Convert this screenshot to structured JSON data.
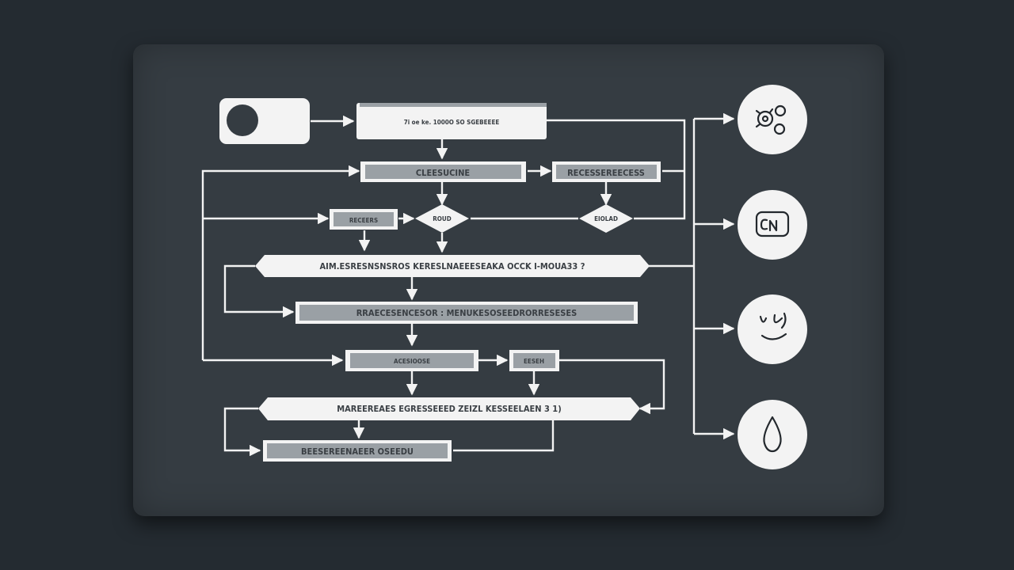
{
  "diagram": {
    "start_node": "",
    "top_box": "7i oe ke. 1000O SO SGEBEEEE",
    "row2_left": "CLEESUCINE",
    "row2_right": "RECESSEREECESS",
    "row3_left": "RECEERS",
    "row3_diamond_left": "ROUD",
    "row3_diamond_right": "EIOLAD",
    "row4_wide": "AIM.ESRESNSNSROS  KERESLNAEEESEAKA OCCK  I-MOUA33 ?",
    "row5_wide": "RRAECESENCESOR : MENUKESOSEEDRORRESESES",
    "row6_left": "ACESIOOSE",
    "row6_right": "EESEH",
    "row7_wide": "MAREEREAES  EGRESSEEED  ZEIZL KESSEELAEN  3 1)",
    "row8_wide": "BEESEREENAEER  OSEEDU",
    "icons": [
      "gears-icon",
      "cn-badge-icon",
      "face-icon",
      "drop-icon"
    ],
    "colors": {
      "background": "#242b31",
      "board": "#353c42",
      "line": "#f3f3f3",
      "box_fill": "#f3f3f3",
      "inner_fill": "#9aa0a5"
    }
  }
}
